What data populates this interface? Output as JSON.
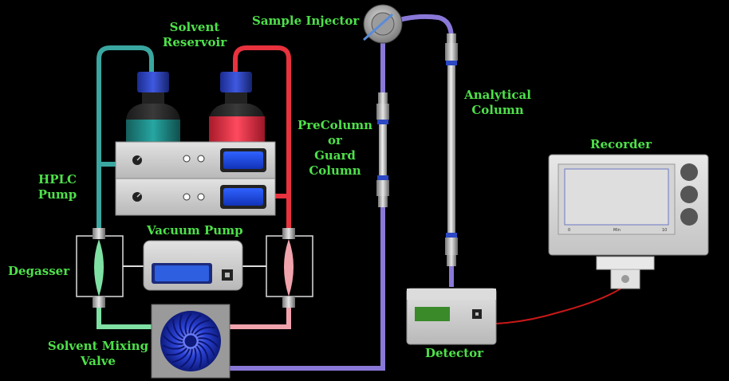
{
  "labels": {
    "solvent_reservoir": [
      "Solvent",
      "Reservoir"
    ],
    "sample_injector": "Sample Injector",
    "hplc_pump": [
      "HPLC",
      "Pump"
    ],
    "vacuum_pump": "Vacuum Pump",
    "degasser": "Degasser",
    "solvent_mixing_valve": [
      "Solvent Mixing",
      "Valve"
    ],
    "precolumn": [
      "PreColumn",
      "or",
      "Guard",
      "Column"
    ],
    "analytical_column": [
      "Analytical",
      "Column"
    ],
    "recorder": "Recorder",
    "detector": "Detector"
  },
  "colors": {
    "label": "#4ee04a",
    "teal_line": "#3aa6a0",
    "red_line": "#e8323e",
    "purple_line": "#8a78d8",
    "signal_wire": "#c81818",
    "bottle_teal_liquid": "#1e8f8c",
    "bottle_red_liquid": "#e8324a",
    "bottle_cap": "#2a3fbf",
    "instrument_body": "#cfcfcf",
    "display_blue": "#1a3fd6",
    "detector_display": "#3a8a2a",
    "mixing_valve_blue": "#2b43d8"
  },
  "icons": {
    "sample_injector": "injector-wheel-icon",
    "mixing_valve": "turbine-icon",
    "pump_knob": "dial-icon",
    "recorder_button": "round-button-icon"
  },
  "recorder_screen": {
    "left_mark": "0",
    "mid_mark": "Min",
    "right_mark": "10"
  }
}
